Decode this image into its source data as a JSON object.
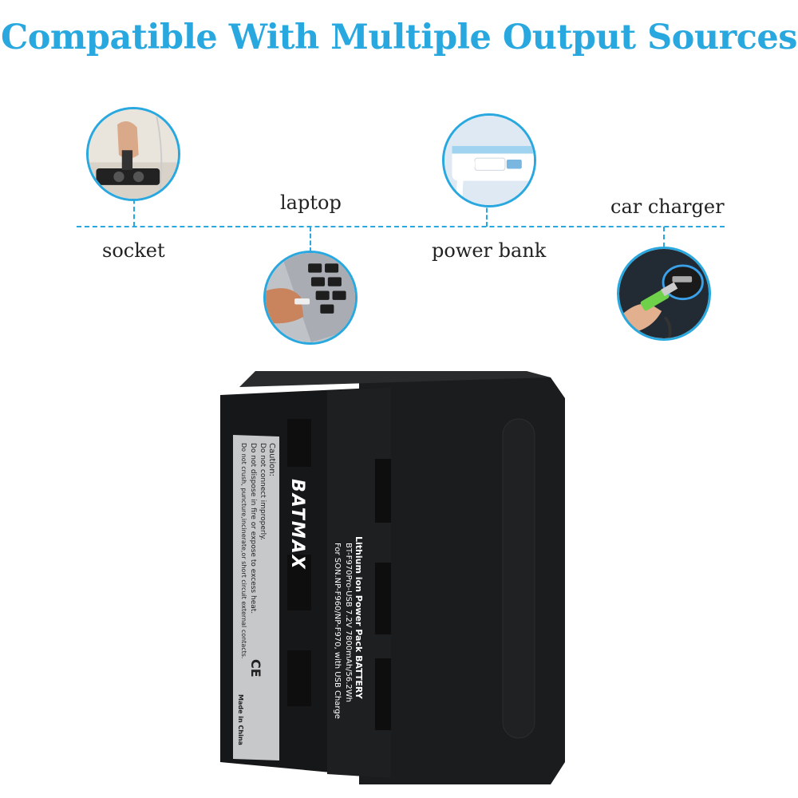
{
  "headline": {
    "text": "Compatible With Multiple Output Sources",
    "color": "#29a8e0"
  },
  "accent_color": "#29a8e0",
  "sources": [
    {
      "label": "socket",
      "icon": "socket-photo-icon"
    },
    {
      "label": "laptop",
      "icon": "laptop-photo-icon"
    },
    {
      "label": "power bank",
      "icon": "power-bank-photo-icon"
    },
    {
      "label": "car charger",
      "icon": "car-charger-photo-icon"
    }
  ],
  "battery": {
    "brand": "BATMAX",
    "line1": "Lithium ion Power Pack BATTERY",
    "line2": "BT-F970Pro-USB  7.2V 7800mAh/56.2Wh",
    "line3": "For SON.NP-F960/NP-F970, with USB Charge",
    "caution_title": "Caution:",
    "caution_lines": [
      "Do  not connect improperly.",
      "Do not dispose in fire or expose to excess heat.",
      "Do not crush, puncture,incinerate,or short circuit external contacts."
    ],
    "made_in": "Made in China",
    "ce_mark": "CE"
  }
}
